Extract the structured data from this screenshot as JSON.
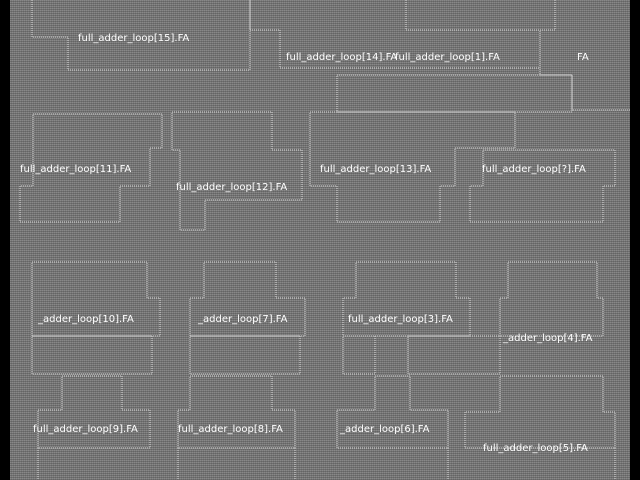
{
  "floorplan": {
    "background": "#7a7a7a",
    "outline_color": "#d8d8d8",
    "labels": {
      "fa15": "full_adder_loop[15].FA",
      "fa14_1": "full_adder_loop[14].FA",
      "fa1": "full_adder_loop[1].FA",
      "fa_top_right": "FA",
      "fa11": "full_adder_loop[11].FA",
      "fa12": "full_adder_loop[12].FA",
      "fa13": "full_adder_loop[13].FA",
      "fa_r2": "full_adder_loop[?].FA",
      "fa10": "_adder_loop[10].FA",
      "fa7": "_adder_loop[7].FA",
      "fa3": "full_adder_loop[3].FA",
      "fa4": "_adder_loop[4].FA",
      "fa9": "full_adder_loop[9].FA",
      "fa8": "full_adder_loop[8].FA",
      "fa6": "_adder_loop[6].FA",
      "fa5": "full_adder_loop[5].FA"
    }
  }
}
